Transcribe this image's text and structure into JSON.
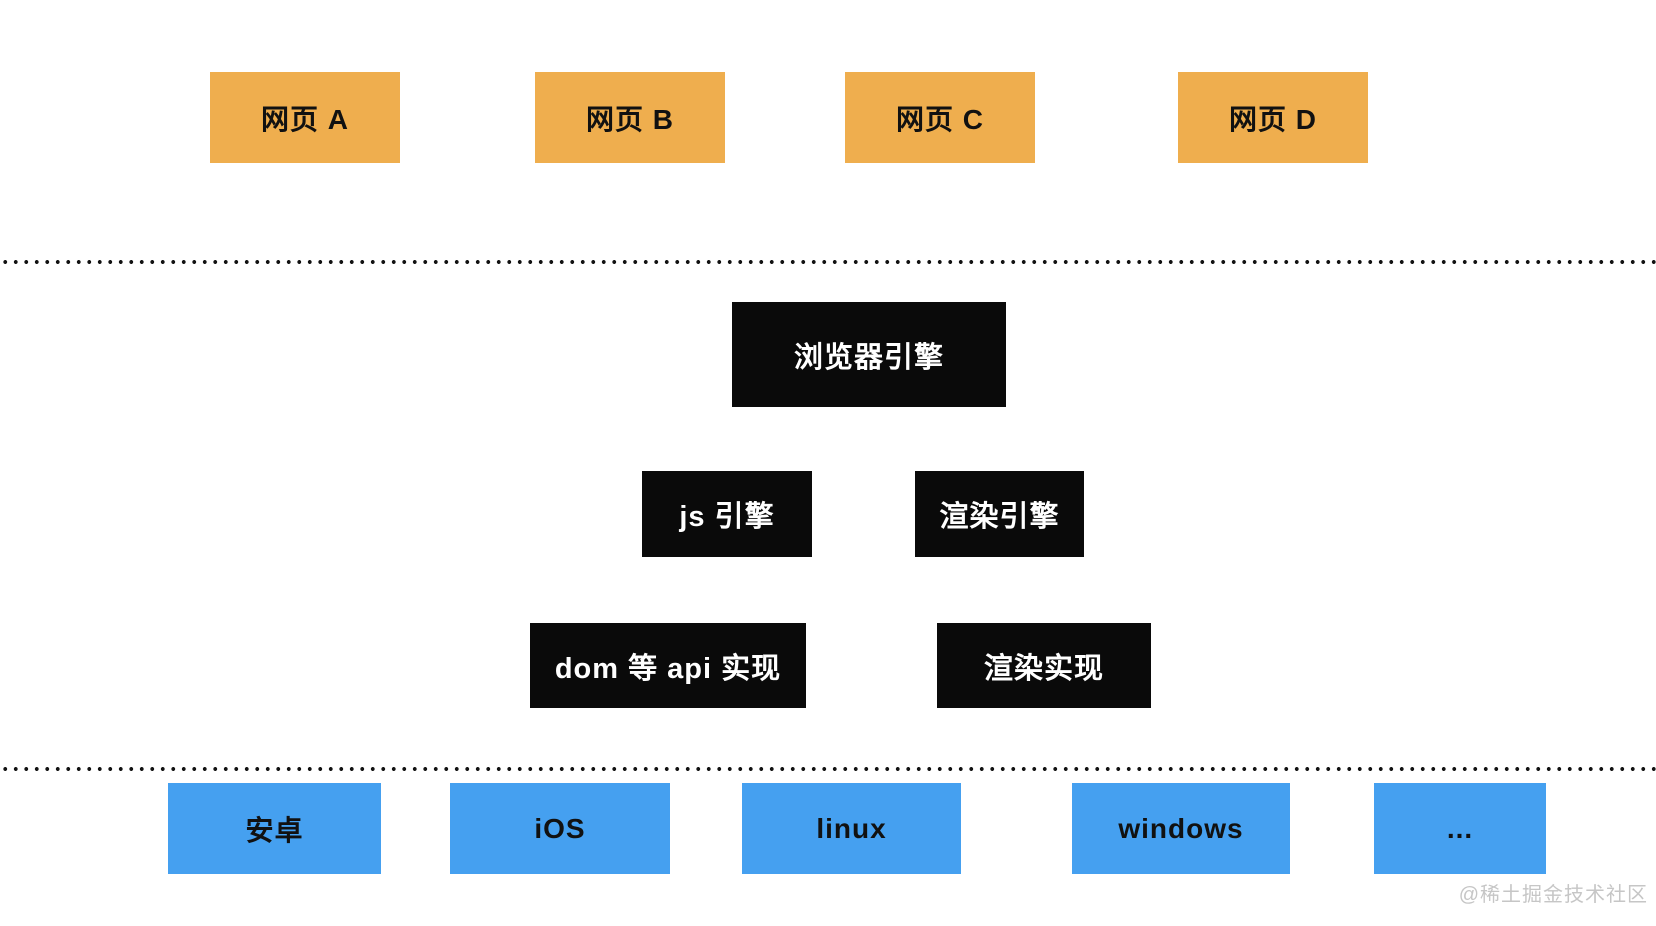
{
  "diagram": {
    "webpages": [
      {
        "label": "网页 A"
      },
      {
        "label": "网页 B"
      },
      {
        "label": "网页 C"
      },
      {
        "label": "网页 D"
      }
    ],
    "browser_engine": {
      "label": "浏览器引擎"
    },
    "engines": [
      {
        "label": "js 引擎"
      },
      {
        "label": "渲染引擎"
      }
    ],
    "implementations": [
      {
        "label": "dom 等 api 实现"
      },
      {
        "label": "渲染实现"
      }
    ],
    "platforms": [
      {
        "label": "安卓"
      },
      {
        "label": "iOS"
      },
      {
        "label": "linux"
      },
      {
        "label": "windows"
      },
      {
        "label": "..."
      }
    ],
    "watermark": "@稀土掘金技术社区",
    "colors": {
      "background": "#ffffff",
      "webpage_box": "#efae4e",
      "engine_box": "#0a0a0a",
      "engine_text": "#ffffff",
      "platform_box": "#45a0f0",
      "box_text": "#111111",
      "dot_color": "#111111",
      "watermark_text": "#c6c6c6"
    }
  }
}
